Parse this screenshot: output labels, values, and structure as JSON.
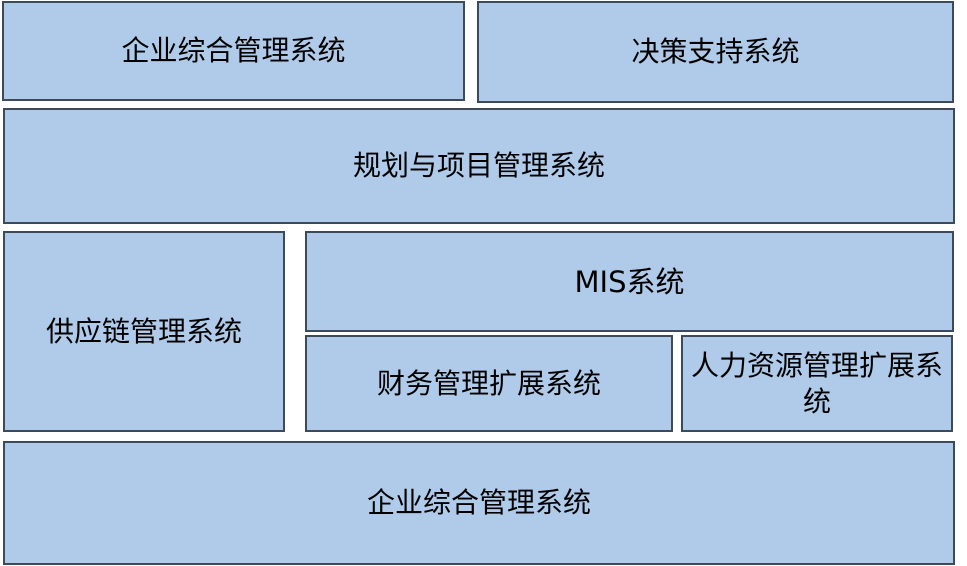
{
  "diagram": {
    "blocks": [
      {
        "id": "enterprise-top",
        "label": "企业综合管理系统"
      },
      {
        "id": "decision-support",
        "label": "决策支持系统"
      },
      {
        "id": "planning-project",
        "label": "规划与项目管理系统"
      },
      {
        "id": "supply-chain",
        "label": "供应链管理系统"
      },
      {
        "id": "mis",
        "label": "MIS系统"
      },
      {
        "id": "finance-ext",
        "label": "财务管理扩展系统"
      },
      {
        "id": "hr-ext",
        "label": "人力资源管理扩展系统"
      },
      {
        "id": "enterprise-bottom",
        "label": "企业综合管理系统"
      }
    ],
    "colors": {
      "block_fill": "#afcbe9",
      "block_border": "#3d4a5a",
      "text": "#000000"
    }
  }
}
